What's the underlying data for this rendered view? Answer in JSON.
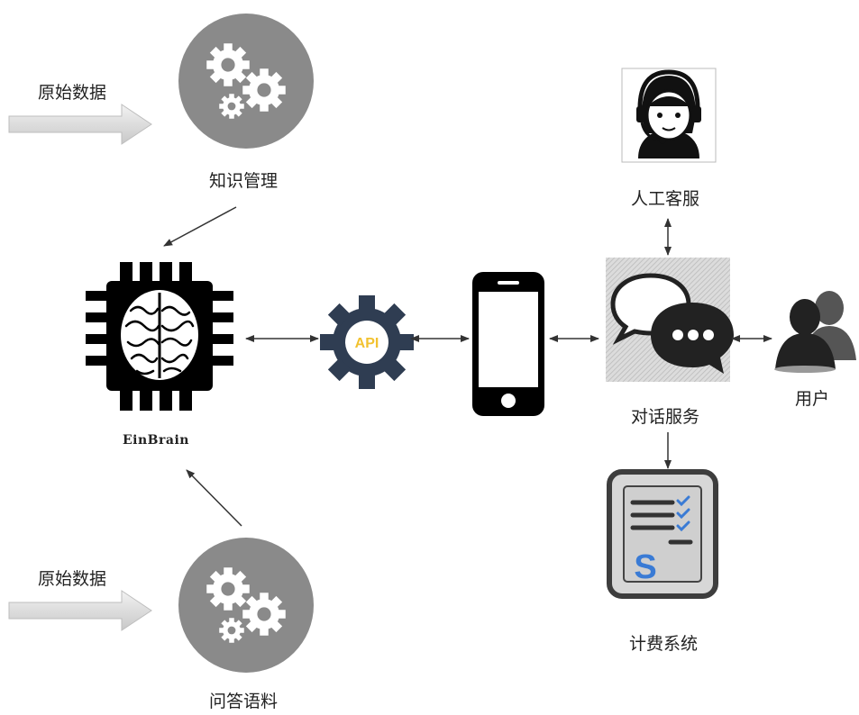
{
  "input_top_label": "原始数据",
  "input_bottom_label": "原始数据",
  "knowledge_label": "知识管理",
  "qa_label": "问答语料",
  "core_label": "EinBrain",
  "api_badge": "API",
  "human_service_label": "人工客服",
  "dialog_service_label": "对话服务",
  "user_label": "用户",
  "billing_label": "计费系统",
  "colors": {
    "gear_circle": "#8a8a8a",
    "gear_fill": "#ffffff",
    "api_gear": "#2f3d52",
    "api_text": "#f2c230",
    "arrow": "#333333",
    "input_arrow": "#d8d8d8",
    "billing_check": "#3a7bd5"
  },
  "icons": {
    "input": "arrow-right-icon",
    "knowledge": "gears-icon",
    "qa": "gears-icon",
    "core": "brain-chip-icon",
    "api": "api-gear-icon",
    "phone": "smartphone-icon",
    "human": "headset-agent-icon",
    "dialog": "chat-bubbles-icon",
    "user": "users-icon",
    "billing": "billing-checklist-icon"
  }
}
